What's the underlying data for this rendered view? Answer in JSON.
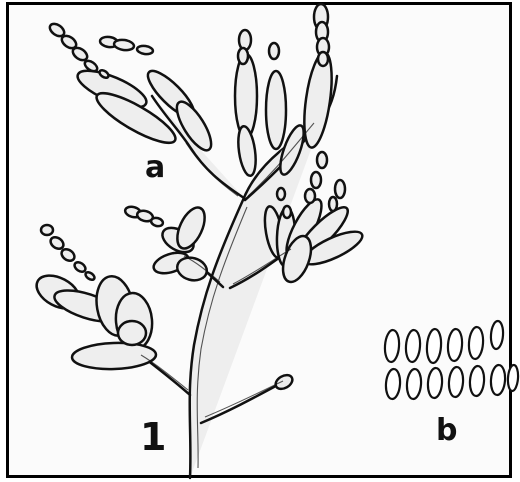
{
  "figure": {
    "labels": {
      "a": "a",
      "one": "1",
      "b": "b"
    },
    "colors": {
      "fill": "#eeeeee",
      "stroke": "#111111",
      "background": "#fbfbfb"
    }
  }
}
